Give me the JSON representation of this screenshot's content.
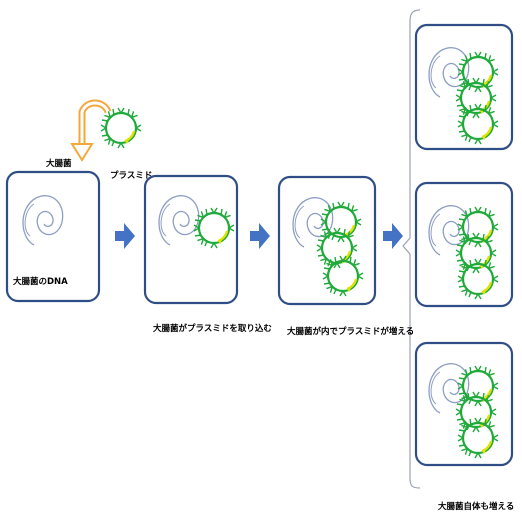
{
  "labels": {
    "bacterium": "大腸菌",
    "plasmid": "プラスミド",
    "bacterial_dna": "大腸菌のDNA",
    "step1_caption": "大腸菌がプラスミドを取り込む",
    "step2_caption": "大腸菌が内でプラスミドが増える",
    "step3_caption": "大腸菌自体も増える"
  },
  "colors": {
    "cell_border": "#2f4e86",
    "dna": "#8e9fc4",
    "plasmid": "#1faa3a",
    "plasmid_accent": "#e2e200",
    "arrow_step": "#4472c4",
    "arrow_insert": "#f4a73a",
    "bracket": "#9aa3b5"
  },
  "icons": {
    "step_arrow": "right-block-arrow",
    "insert_arrow": "curved-u-turn-arrow",
    "dna": "coiled-dna",
    "plasmid": "circular-plasmid"
  }
}
